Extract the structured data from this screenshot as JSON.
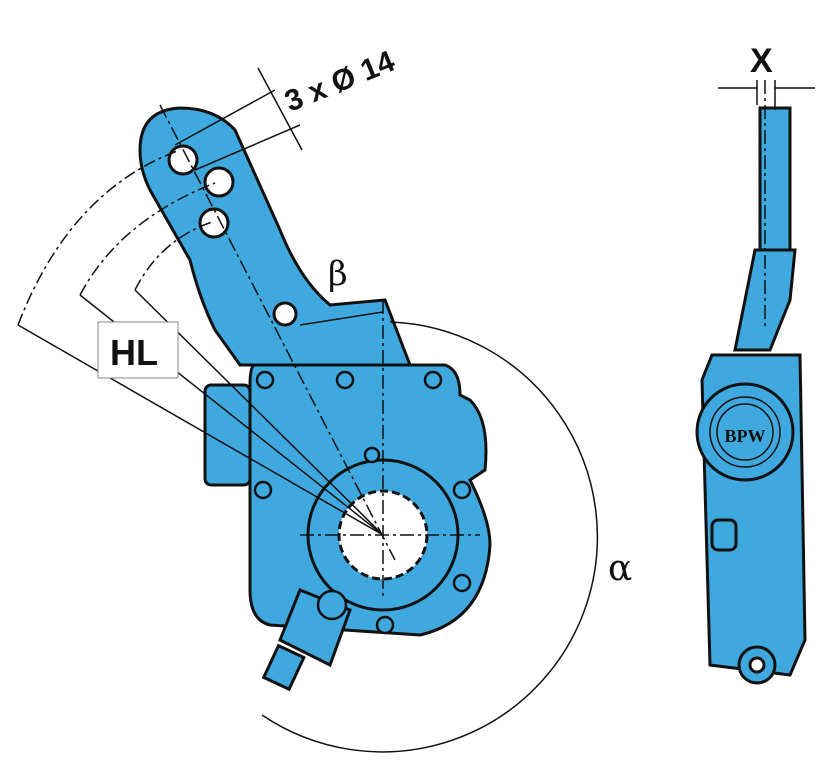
{
  "title": "Slack adjuster dimension drawing",
  "labels": {
    "hole_spec": "3 x Ø 14",
    "beta": "β",
    "alpha": "α",
    "lever_length": "HL",
    "offset": "X"
  },
  "logo": "BPW",
  "colors": {
    "part_fill": "#3fa9df",
    "outline": "#111111",
    "background": "#ffffff"
  }
}
